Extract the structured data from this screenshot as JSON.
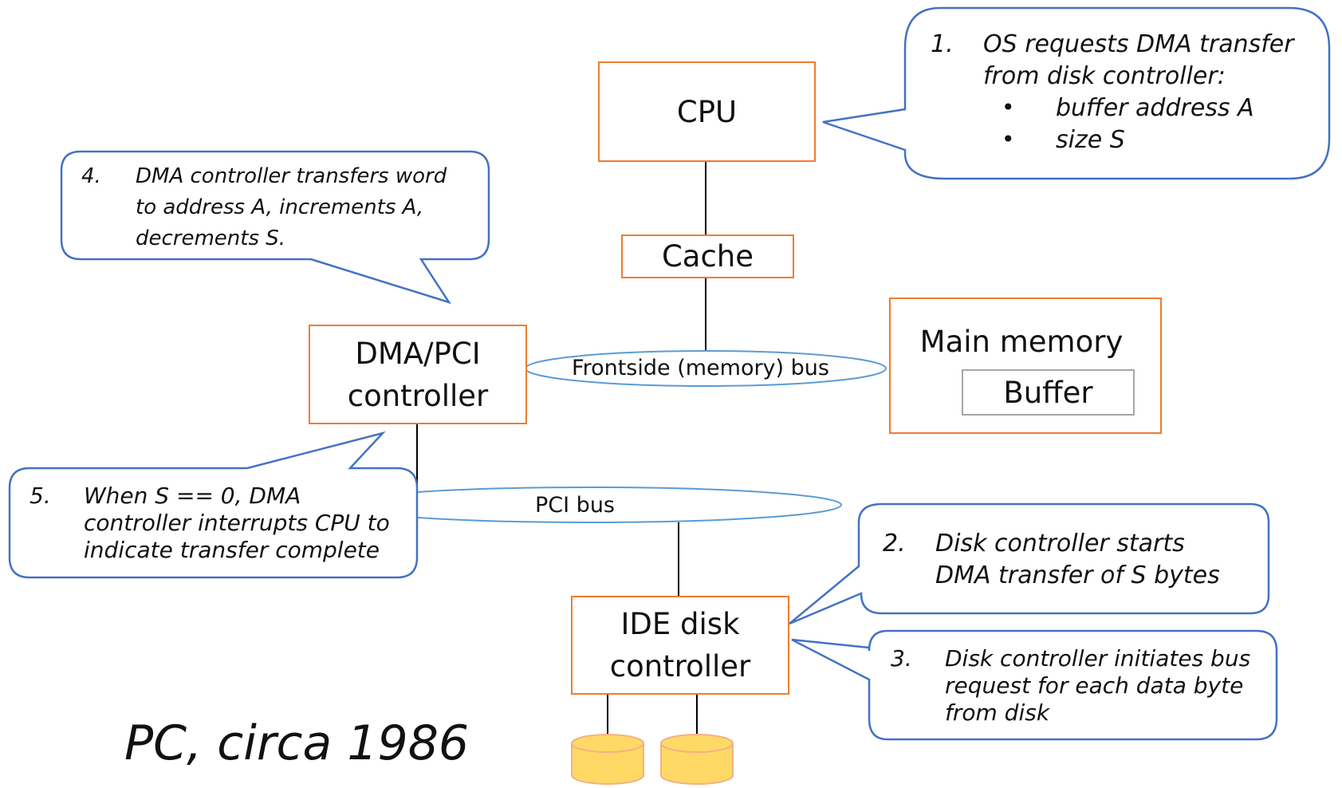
{
  "nodes": {
    "cpu": "CPU",
    "cache": "Cache",
    "dma_line1": "DMA/PCI",
    "dma_line2": "controller",
    "main_memory": "Main memory",
    "buffer": "Buffer",
    "ide_line1": "IDE disk",
    "ide_line2": "controller"
  },
  "buses": {
    "frontside": "Frontside (memory) bus",
    "pci": "PCI bus"
  },
  "callouts": {
    "c1": {
      "number": "1.",
      "line1": "OS requests DMA transfer",
      "line2": "from disk controller:",
      "bullet_symbol": "•",
      "bullets": [
        "buffer address A",
        "size S"
      ]
    },
    "c2": {
      "number": "2.",
      "line1": "Disk controller starts",
      "line2": "DMA transfer of S bytes"
    },
    "c3": {
      "number": "3.",
      "line1": "Disk controller initiates bus",
      "line2": "request for each data byte",
      "line3": "from disk"
    },
    "c4": {
      "number": "4.",
      "line1": "DMA controller transfers word",
      "line2": "to address A, increments A,",
      "line3": "decrements S."
    },
    "c5": {
      "number": "5.",
      "line1": "When S == 0, DMA",
      "line2": "controller interrupts CPU to",
      "line3": "indicate transfer complete"
    }
  },
  "caption": "PC, circa 1986",
  "colors": {
    "box_border": "#ED7D31",
    "buffer_border": "#A6A6A6",
    "callout_border": "#4472C4",
    "bus_border": "#5B9BD5",
    "disk_fill": "#FFD966",
    "disk_stroke": "#F4B183"
  }
}
